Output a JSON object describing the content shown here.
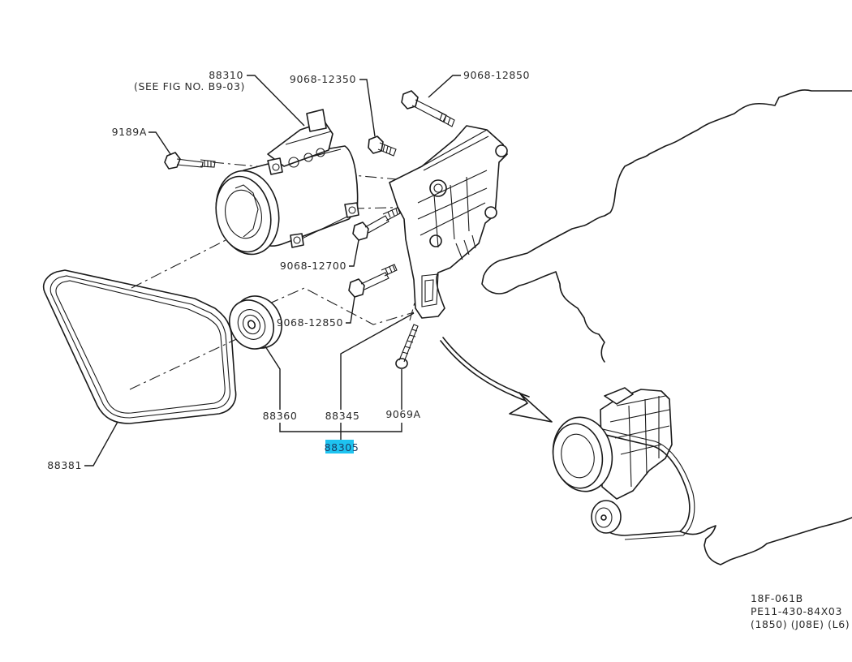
{
  "diagram": {
    "title": "A/C Compressor, Bracket & Drive Belt — Exploded Parts View",
    "highlight_color": "#1ec3f0",
    "callouts": {
      "compressor": {
        "part": "88310",
        "note": "(SEE FIG NO. B9-03)"
      },
      "bolt_9189a": {
        "part": "9189A"
      },
      "bolt_top_left": {
        "part": "9068-12350"
      },
      "bolt_top_right": {
        "part": "9068-12850"
      },
      "bolt_mid": {
        "part": "9068-12700"
      },
      "bolt_lower": {
        "part": "9068-12850"
      },
      "idler_pulley": {
        "part": "88360"
      },
      "bracket": {
        "part": "88345"
      },
      "bolt_9069a": {
        "part": "9069A"
      },
      "assembly": {
        "part": "88305",
        "selected": true
      },
      "drive_belt": {
        "part": "88381"
      }
    },
    "footer": {
      "figure_code": "18F-061B",
      "catalog_code": "PE11-430-84X03",
      "variant": "(1850) (J08E) (L6)"
    }
  }
}
